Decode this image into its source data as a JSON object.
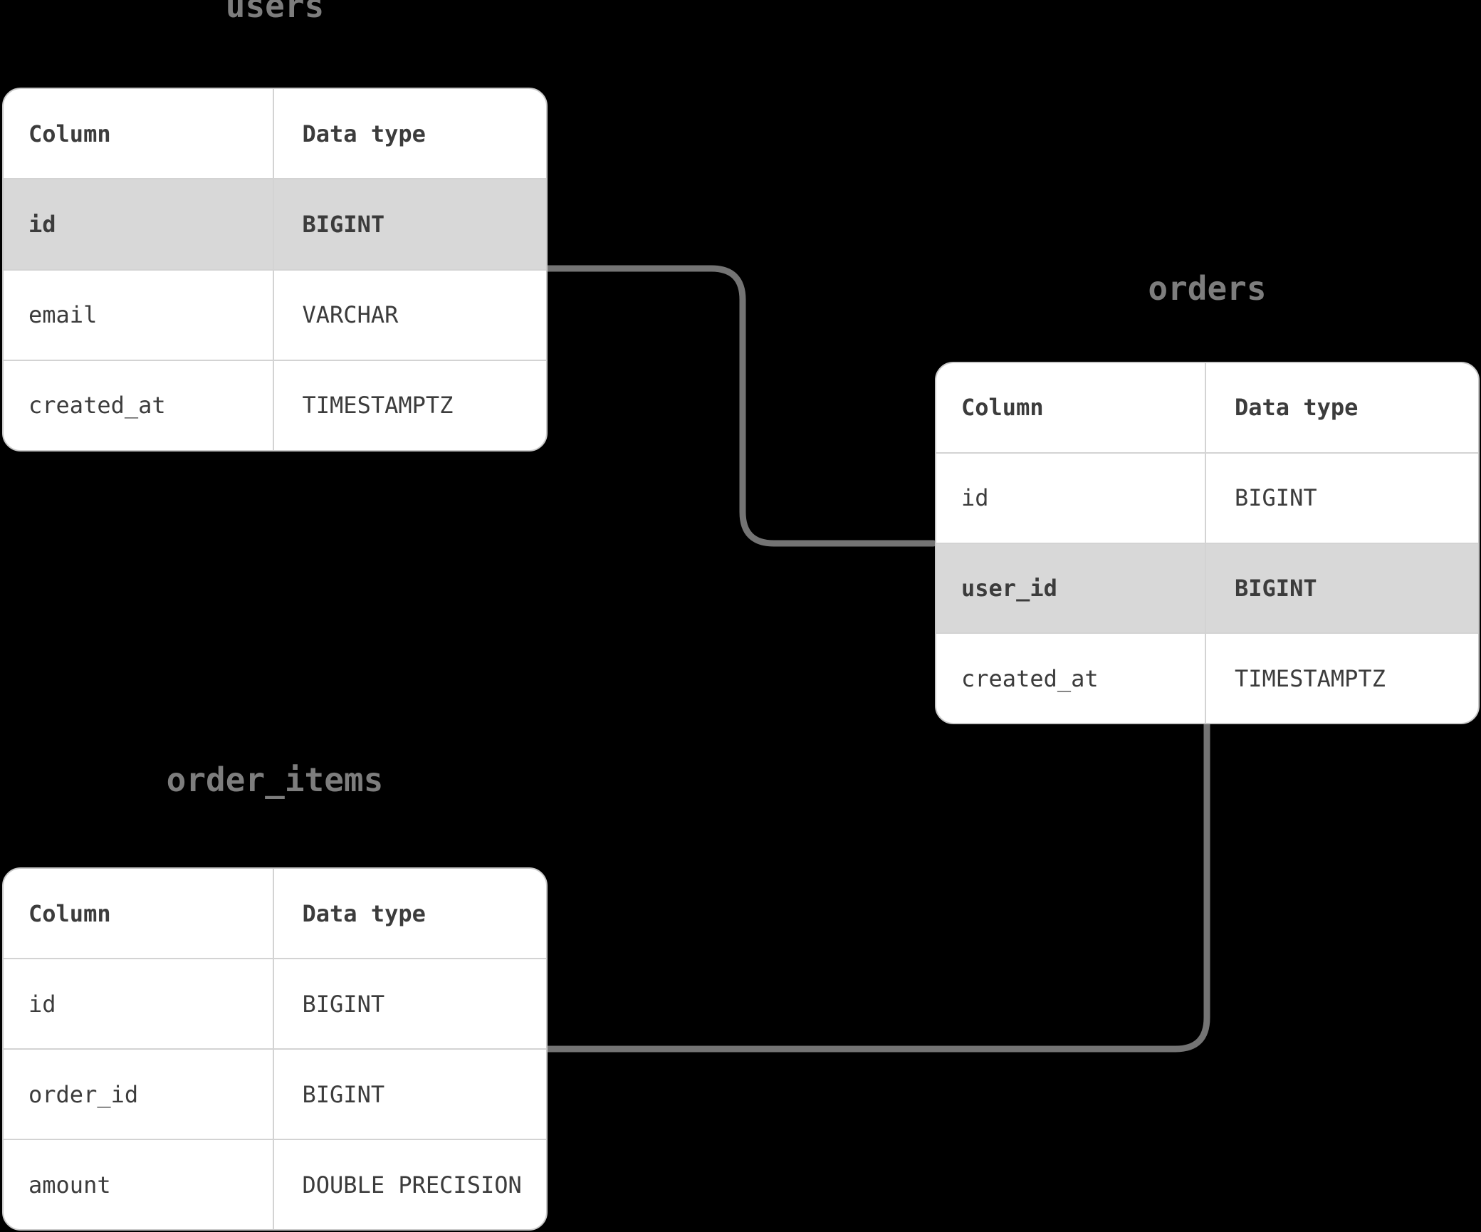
{
  "colors": {
    "background": "#000000",
    "card_background": "#ffffff",
    "card_border": "#c9c9c9",
    "row_divider": "#d3d3d3",
    "highlight_row_background": "#d8d8d8",
    "cell_text": "#3c3c3c",
    "title_text": "#7d7d7d",
    "connector": "#747474"
  },
  "tables": [
    {
      "title": "users",
      "headers": {
        "column": "Column",
        "datatype": "Data type"
      },
      "rows": [
        {
          "column": "id",
          "type": "BIGINT",
          "highlight": true
        },
        {
          "column": "email",
          "type": "VARCHAR",
          "highlight": false
        },
        {
          "column": "created_at",
          "type": "TIMESTAMPTZ",
          "highlight": false
        }
      ]
    },
    {
      "title": "orders",
      "headers": {
        "column": "Column",
        "datatype": "Data type"
      },
      "rows": [
        {
          "column": "id",
          "type": "BIGINT",
          "highlight": false
        },
        {
          "column": "user_id",
          "type": "BIGINT",
          "highlight": true
        },
        {
          "column": "created_at",
          "type": "TIMESTAMPTZ",
          "highlight": false
        }
      ]
    },
    {
      "title": "order_items",
      "headers": {
        "column": "Column",
        "datatype": "Data type"
      },
      "rows": [
        {
          "column": "id",
          "type": "BIGINT",
          "highlight": false
        },
        {
          "column": "order_id",
          "type": "BIGINT",
          "highlight": false
        },
        {
          "column": "amount",
          "type": "DOUBLE PRECISION",
          "highlight": false
        }
      ]
    }
  ],
  "relations": [
    {
      "from": "users.id",
      "to": "orders.user_id"
    },
    {
      "from": "orders",
      "to": "order_items.order_id"
    }
  ]
}
